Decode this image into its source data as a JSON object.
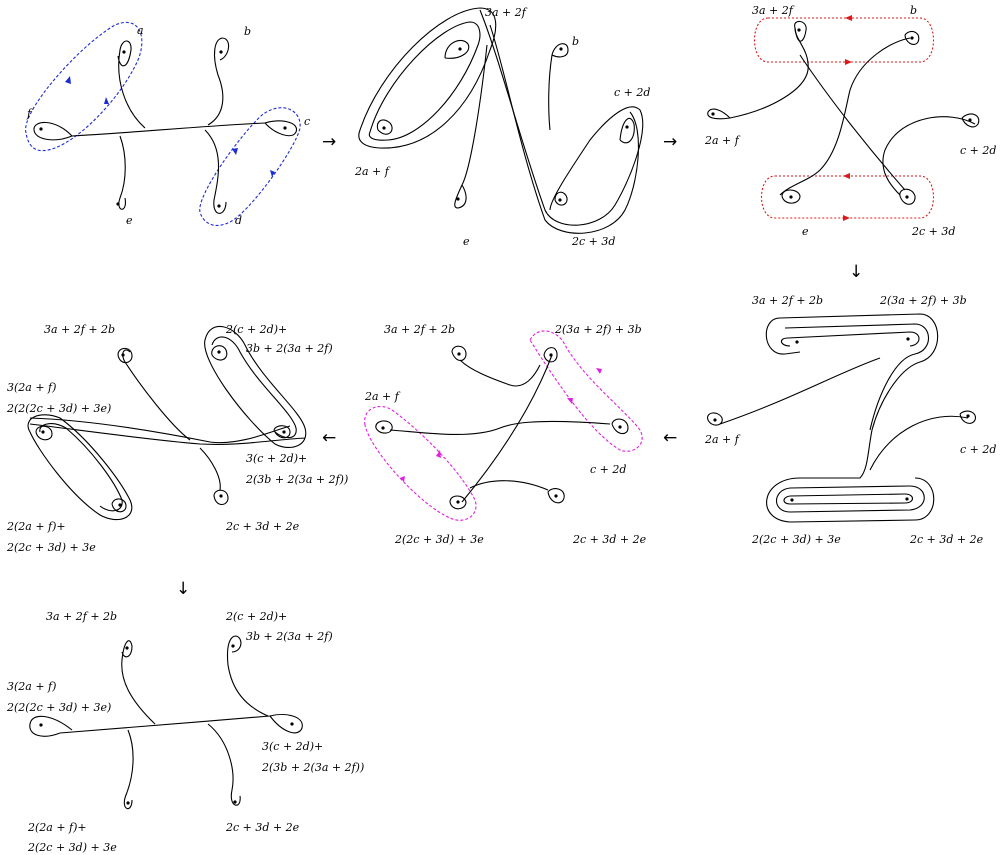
{
  "panel1": {
    "labels": {
      "a": "a",
      "b": "b",
      "c": "c",
      "d": "d",
      "e": "e",
      "f": "f"
    },
    "loop_color": "#1c2bd6"
  },
  "panel2": {
    "labels": {
      "top": "3a + 2f",
      "b": "b",
      "cd": "c + 2d",
      "left": "2a + f",
      "e": "e",
      "bottom": "2c + 3d"
    }
  },
  "panel3": {
    "labels": {
      "top_left": "3a + 2f",
      "b": "b",
      "left": "2a + f",
      "right": "c + 2d",
      "e": "e",
      "bottom_right": "2c + 3d"
    },
    "loop_color": "#e01818"
  },
  "panel4": {
    "labels": {
      "top_left": "3a + 2f + 2b",
      "top_right": "2(3a + 2f) + 3b",
      "left": "2a + f",
      "right": "c + 2d",
      "bottom_left": "2(2c + 3d) + 3e",
      "bottom_right": "2c + 3d + 2e"
    }
  },
  "panel5": {
    "labels": {
      "top_left": "3a + 2f + 2b",
      "top_right": "2(3a + 2f) + 3b",
      "left": "2a + f",
      "right": "c + 2d",
      "bottom_left": "2(2c + 3d) + 3e",
      "bottom_right": "2c + 3d + 2e"
    },
    "loop_color": "#e020e0"
  },
  "panel6": {
    "labels": {
      "top_left": "3a + 2f + 2b",
      "top_right_1": "2(c + 2d)+",
      "top_right_2": "3b + 2(3a + 2f)",
      "left_1": "3(2a + f)",
      "left_2": "2(2(2c + 3d) + 3e)",
      "right_1": "3(c + 2d)+",
      "right_2": "2(3b + 2(3a + 2f))",
      "bottom_left_1": "2(2a + f)+",
      "bottom_left_2": "2(2c + 3d) + 3e",
      "bottom_right": "2c + 3d + 2e"
    }
  },
  "panel7": {
    "labels": {
      "top_left": "3a + 2f + 2b",
      "top_right_1": "2(c + 2d)+",
      "top_right_2": "3b + 2(3a + 2f)",
      "left_1": "3(2a + f)",
      "left_2": "2(2(2c + 3d) + 3e)",
      "right_1": "3(c + 2d)+",
      "right_2": "2(3b + 2(3a + 2f))",
      "bottom_left_1": "2(2a + f)+",
      "bottom_left_2": "2(2c + 3d) + 3e",
      "bottom_right": "2c + 3d + 2e"
    }
  },
  "arrows": {
    "right": "→",
    "down": "↓",
    "left": "←"
  }
}
